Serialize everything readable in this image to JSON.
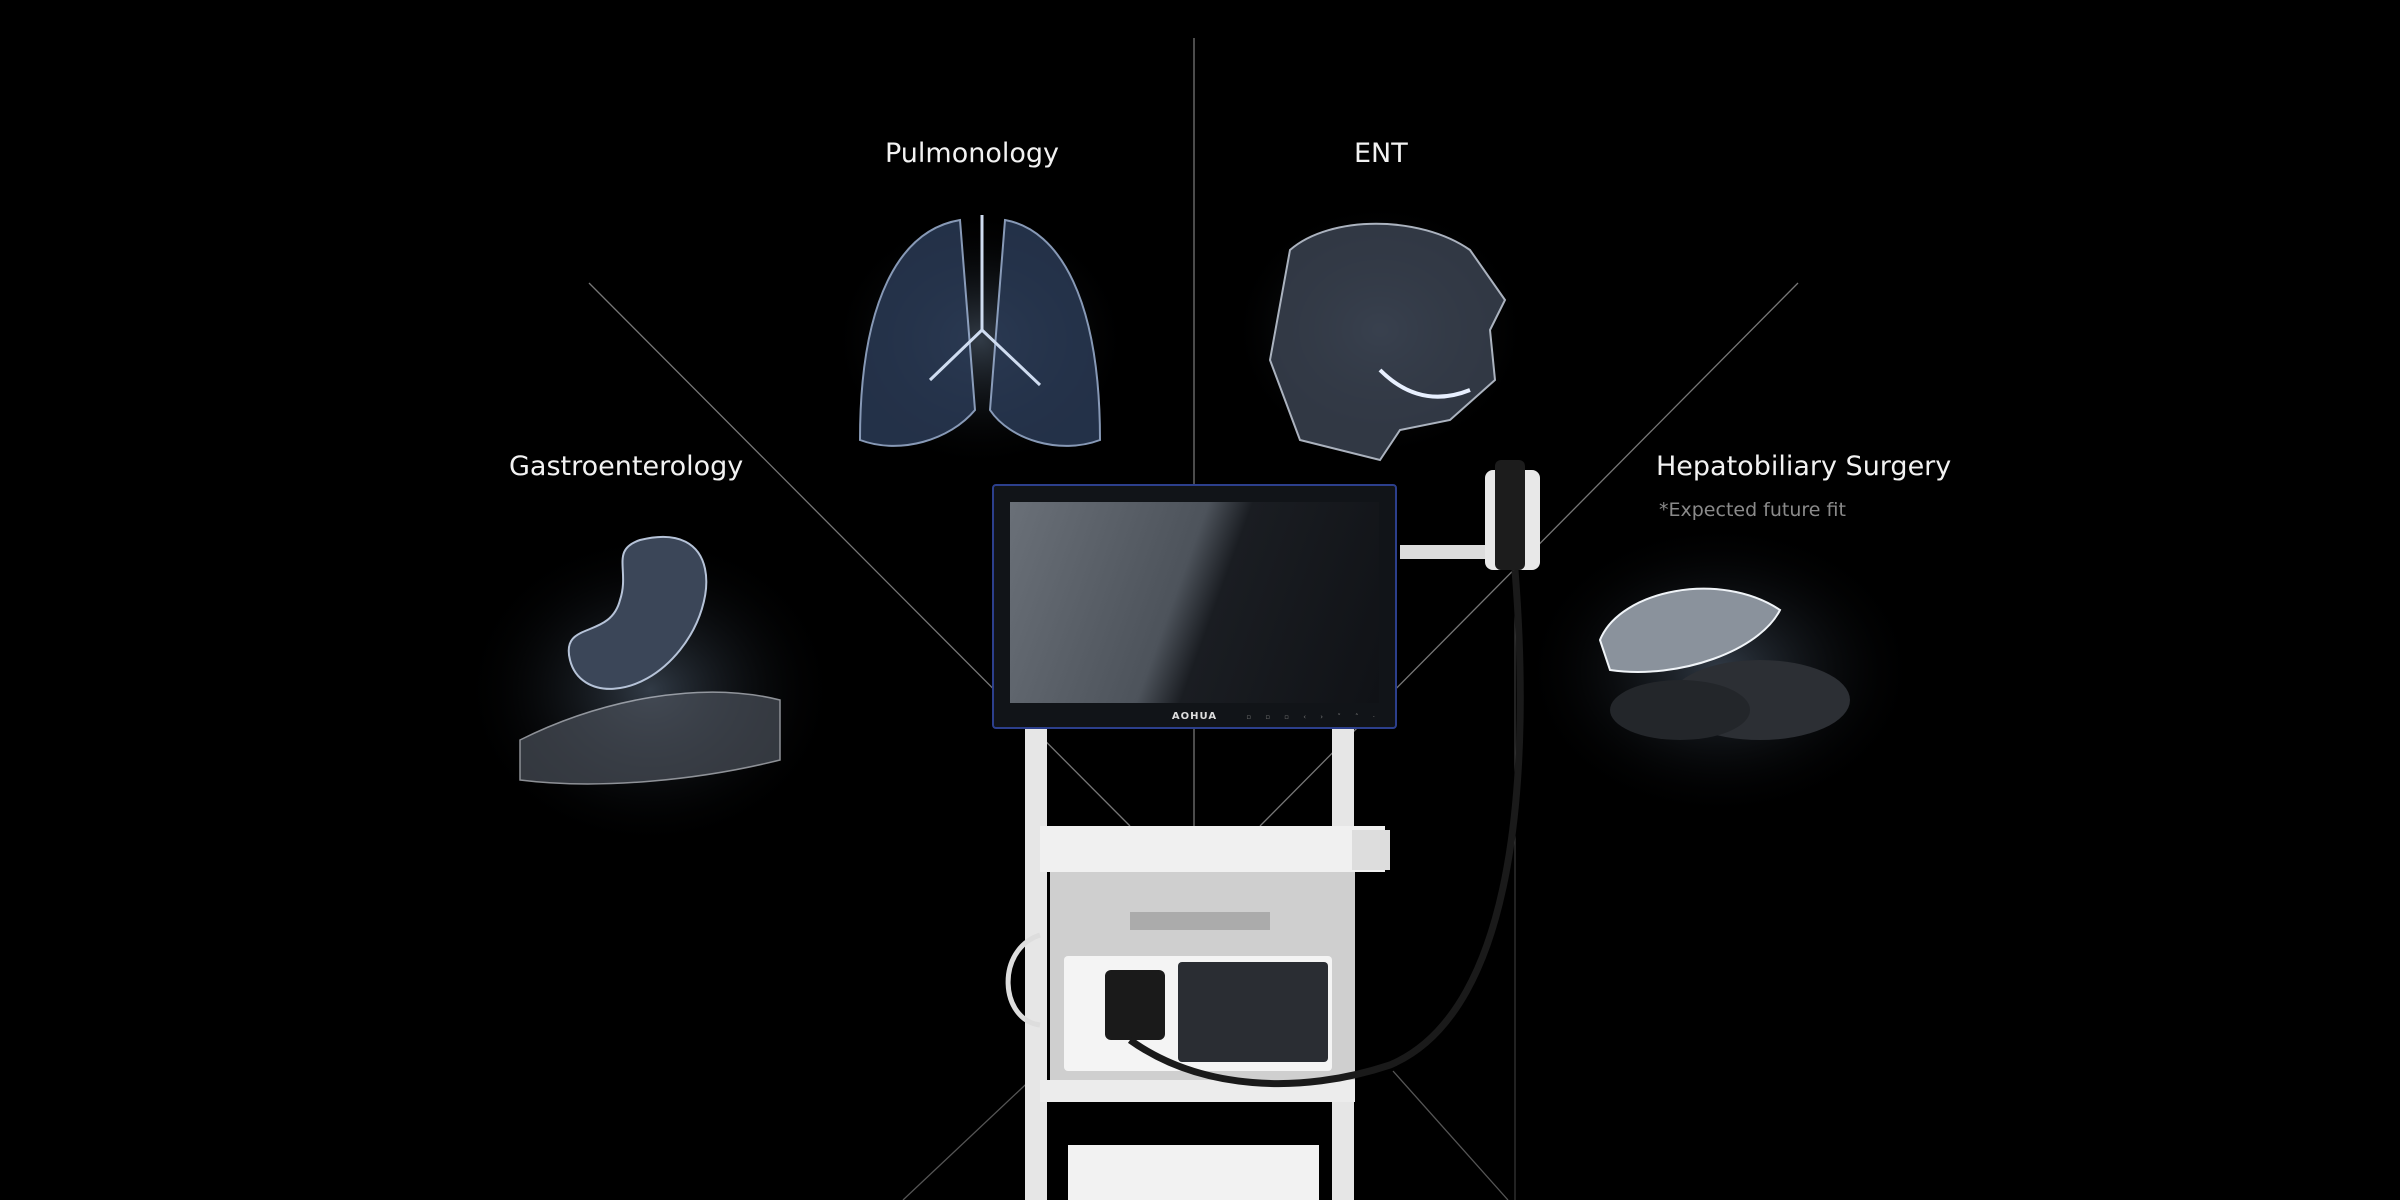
{
  "specialties": {
    "pulmonology": {
      "label": "Pulmonology"
    },
    "ent": {
      "label": "ENT"
    },
    "gastroenterology": {
      "label": "Gastroenterology"
    },
    "hepatobiliary": {
      "label": "Hepatobiliary Surgery",
      "note": "*Expected future fit"
    }
  },
  "device": {
    "brand": "AOHUA",
    "monitor_buttons": "▫ ▫ ▫ ‹ › ˅ ˄ ·"
  },
  "colors": {
    "background": "#000000",
    "monitor_bezel": "#2c3f8c",
    "label": "#f2f2f2",
    "note": "#8a8a8a"
  }
}
